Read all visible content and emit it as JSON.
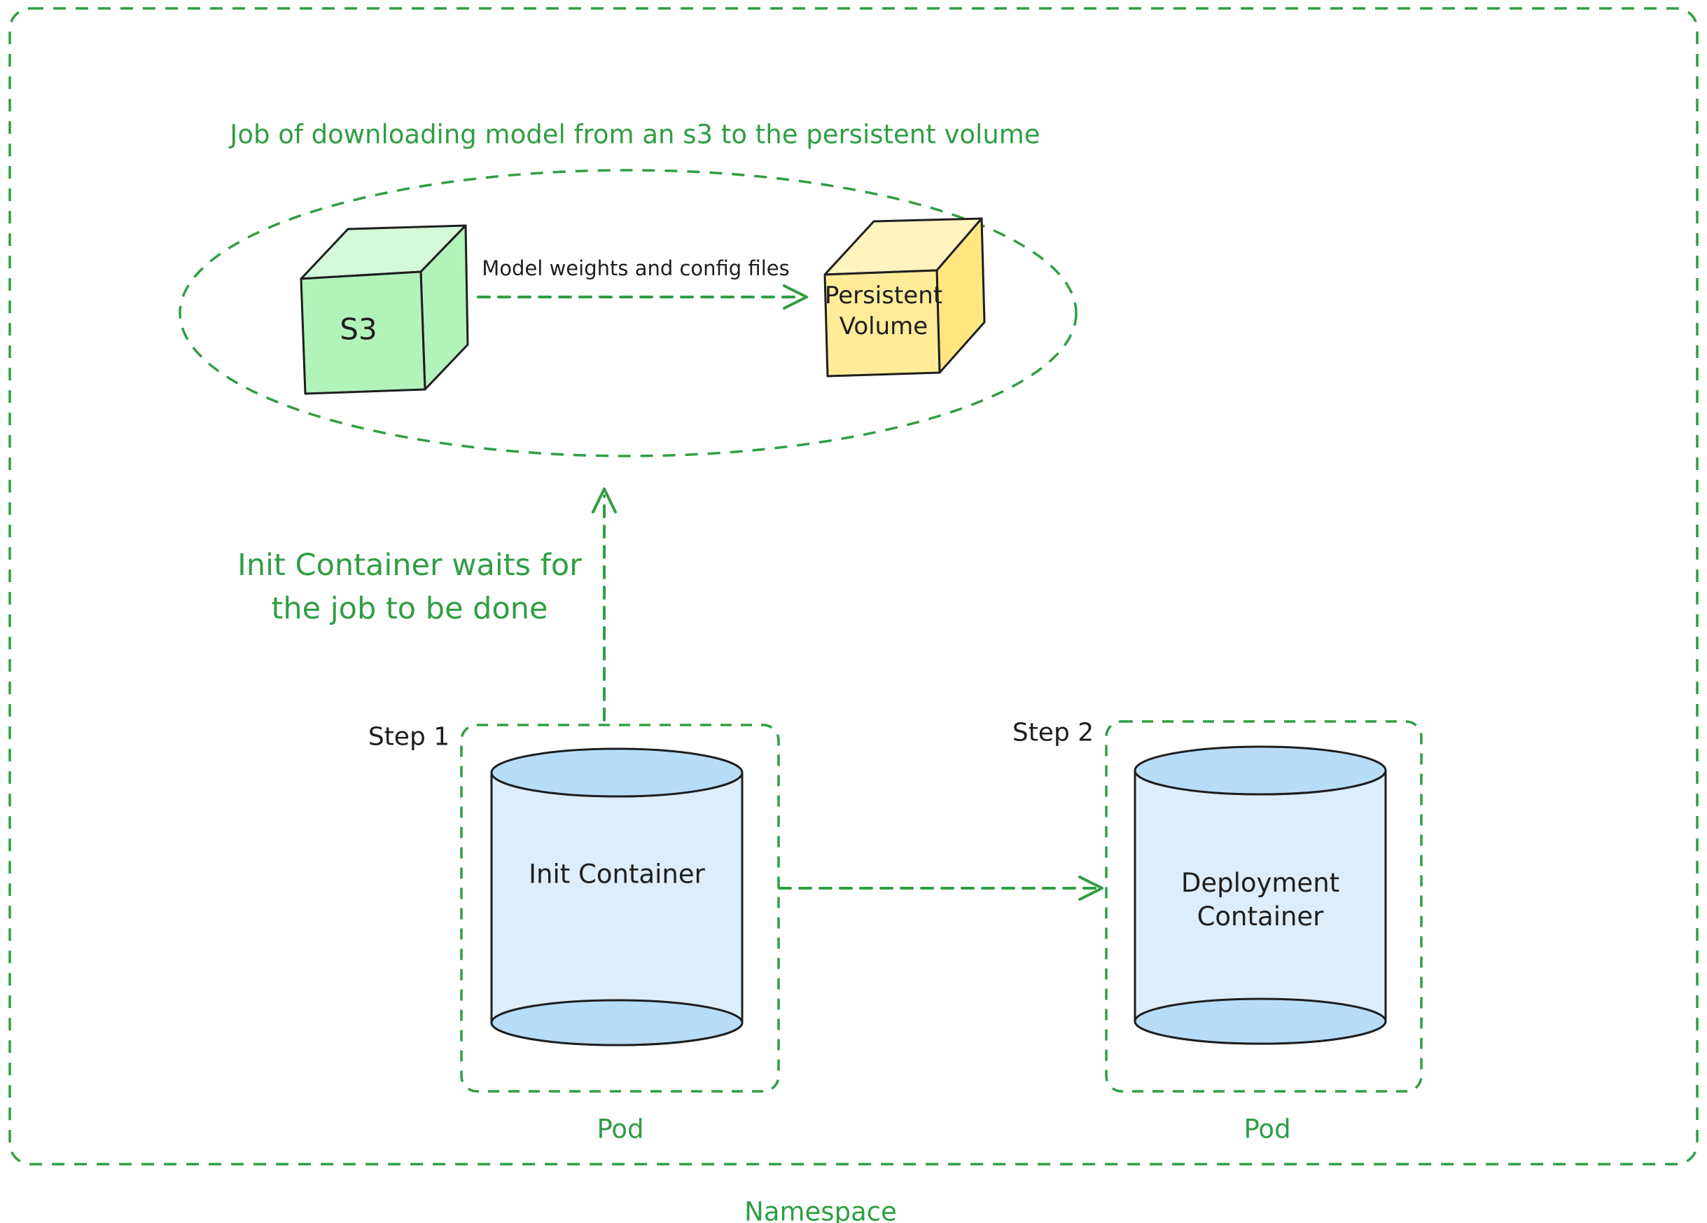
{
  "colors": {
    "accent_green": "#2f9e44",
    "ink_black": "#1e1e1e",
    "s3_fill": "#b2f2bb",
    "s3_top_fill": "#d3f9d8",
    "persistent_volume_fill": "#ffec99",
    "persistent_volume_top_fill": "#fff3bf",
    "container_body_fill": "#dcedfb",
    "container_rim_fill": "#b7dcf8"
  },
  "namespace": {
    "label": "Namespace"
  },
  "job_group": {
    "title": "Job of downloading model from an s3 to the persistent volume",
    "s3_label": "S3",
    "pv_label_line1": "Persistent",
    "pv_label_line2": "Volume",
    "arrow_label": "Model weights and config files"
  },
  "init_wait": {
    "line1": "Init Container waits for",
    "line2": "the job to be done"
  },
  "step1": {
    "label": "Step 1",
    "container_label": "Init Container",
    "pod_label": "Pod"
  },
  "step2": {
    "label": "Step 2",
    "container_line1": "Deployment",
    "container_line2": "Container",
    "pod_label": "Pod"
  }
}
